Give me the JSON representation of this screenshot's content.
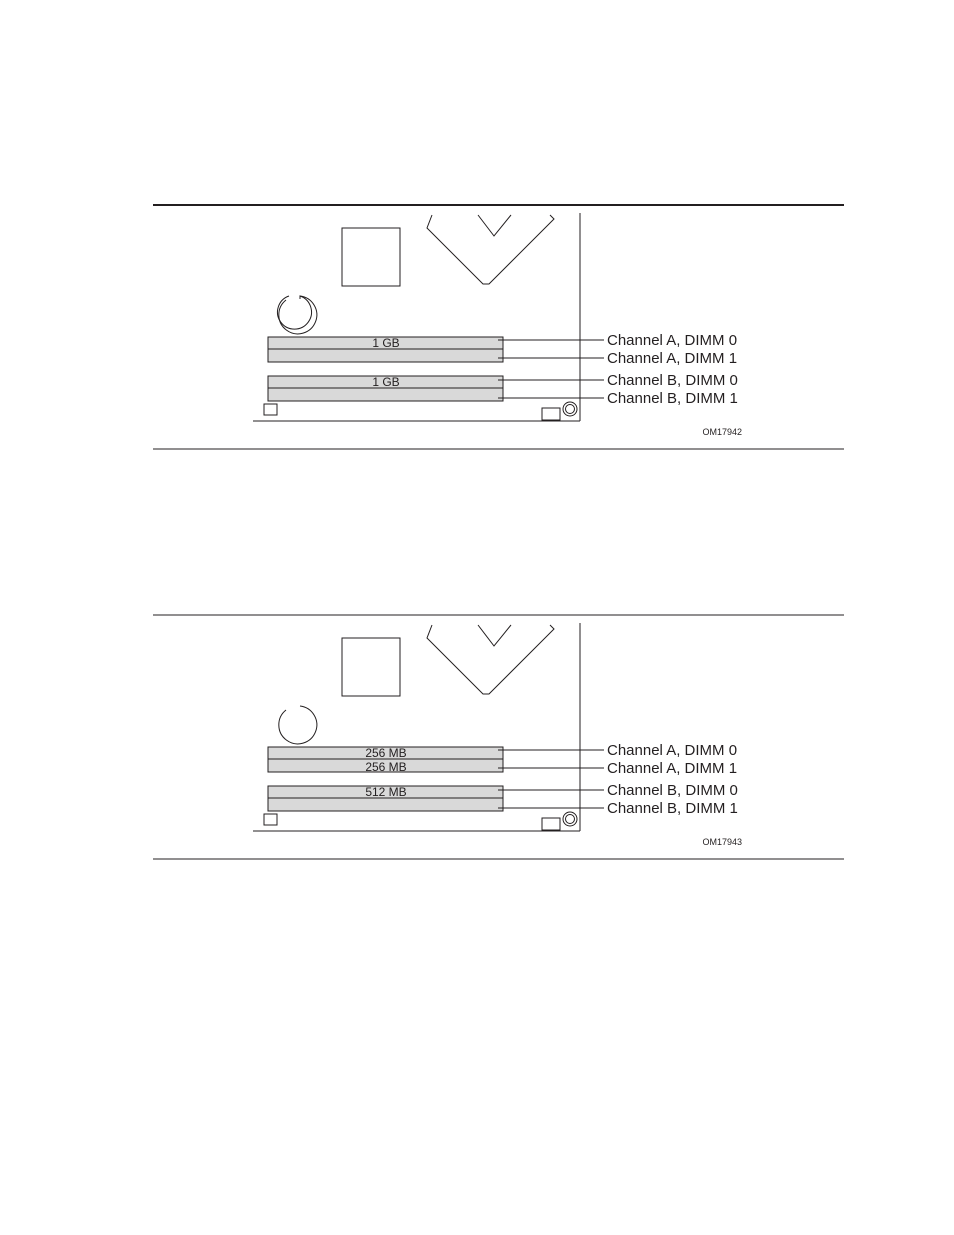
{
  "figures": [
    {
      "figure_id": "OM17942",
      "dimm_labels": {
        "a0": "1 GB",
        "a1": "",
        "b0": "1 GB",
        "b1": ""
      },
      "callouts": {
        "a0": "Channel A, DIMM 0",
        "a1": "Channel A, DIMM 1",
        "b0": "Channel B, DIMM 0",
        "b1": "Channel B, DIMM 1"
      }
    },
    {
      "figure_id": "OM17943",
      "dimm_labels": {
        "a0": "256 MB",
        "a1": "256 MB",
        "b0": "512 MB",
        "b1": ""
      },
      "callouts": {
        "a0": "Channel A, DIMM 0",
        "a1": "Channel A, DIMM 1",
        "b0": "Channel B, DIMM 0",
        "b1": "Channel B, DIMM 1"
      }
    }
  ],
  "colors": {
    "ink": "#231f20",
    "dimm_fill": "#d9d9d9"
  }
}
